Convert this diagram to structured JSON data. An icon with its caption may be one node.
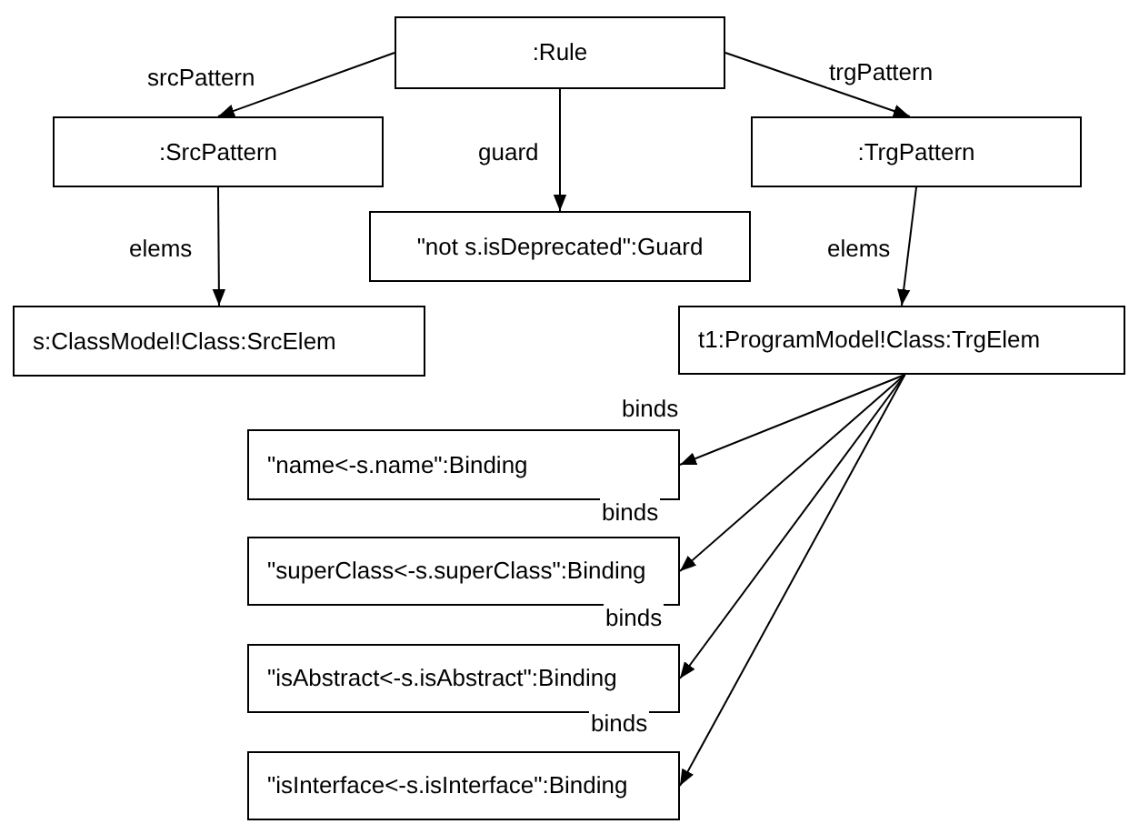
{
  "diagram": {
    "nodes": [
      {
        "text": [
          ":Rule"
        ]
      },
      {
        "text": [
          ":SrcPattern"
        ]
      },
      {
        "text": [
          "\"not s.isDeprecated\":Guard"
        ]
      },
      {
        "text": [
          ":TrgPattern"
        ]
      },
      {
        "text": [
          "s:ClassModel!Class:SrcElem"
        ]
      },
      {
        "text": [
          "t1:ProgramModel!Class:TrgElem"
        ]
      },
      {
        "text": [
          "\"name<-s.name\":Binding"
        ]
      },
      {
        "text": [
          "\"superClass<-s.superClass\":Binding"
        ]
      },
      {
        "text": [
          "\"isAbstract<-s.isAbstract\":Binding"
        ]
      },
      {
        "text": [
          "\"isInterface<-s.isInterface\":Binding"
        ]
      }
    ],
    "edges": [
      {
        "from": 0,
        "to": 1,
        "arrow": "to",
        "label": "srcPattern"
      },
      {
        "from": 0,
        "to": 2,
        "arrow": "to",
        "label": "guard"
      },
      {
        "from": 0,
        "to": 3,
        "arrow": "to",
        "label": "trgPattern"
      },
      {
        "from": 1,
        "to": 4,
        "arrow": "to",
        "label": "elems"
      },
      {
        "from": 3,
        "to": 5,
        "arrow": "to",
        "label": "elems"
      },
      {
        "from": 5,
        "to": 6,
        "arrow": "to",
        "label": "binds"
      },
      {
        "from": 5,
        "to": 7,
        "arrow": "to",
        "label": "binds"
      },
      {
        "from": 5,
        "to": 8,
        "arrow": "to",
        "label": "binds"
      },
      {
        "from": 5,
        "to": 9,
        "arrow": "to",
        "label": "binds"
      }
    ]
  }
}
